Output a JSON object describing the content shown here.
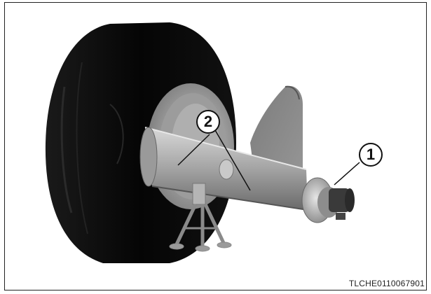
{
  "callouts": [
    {
      "label": "2",
      "part": "axle housing"
    },
    {
      "label": "1",
      "part": "hub"
    }
  ],
  "image_code": "TLCHE0110067901",
  "colors": {
    "tire": "#0d0d0d",
    "metal_light": "#bdbdbd",
    "metal_dark": "#6e6e6e",
    "frame_border": "#222222"
  }
}
